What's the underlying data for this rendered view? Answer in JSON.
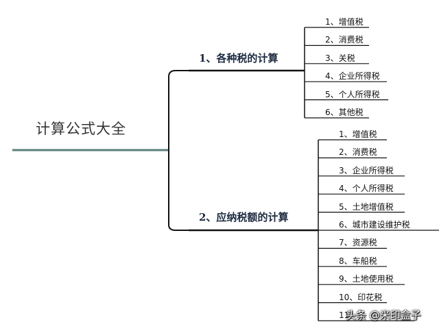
{
  "root": {
    "label": "计算公式大全"
  },
  "branches": [
    {
      "label": "1、各种税的计算",
      "items": [
        "1、增值税",
        "2、消费税",
        "3、关税",
        "4、企业所得税",
        "5、个人所得税",
        "6、其他税"
      ]
    },
    {
      "label": "2、应纳税额的计算",
      "items": [
        "1、增值税",
        "2、消费税",
        "3、企业所得税",
        "4、个人所得税",
        "5、土地增值税",
        "6、城市建设维护税",
        "7、资源税",
        "8、车船税",
        "9、土地使用税",
        "10、印花税",
        "11、"
      ]
    }
  ],
  "watermark": {
    "text": "头条 @米印盒子"
  },
  "colors": {
    "root_line": "#5a7f7c",
    "connector": "#111111",
    "leaf_underline": "#111111",
    "branch_text": "#1c2a40"
  }
}
